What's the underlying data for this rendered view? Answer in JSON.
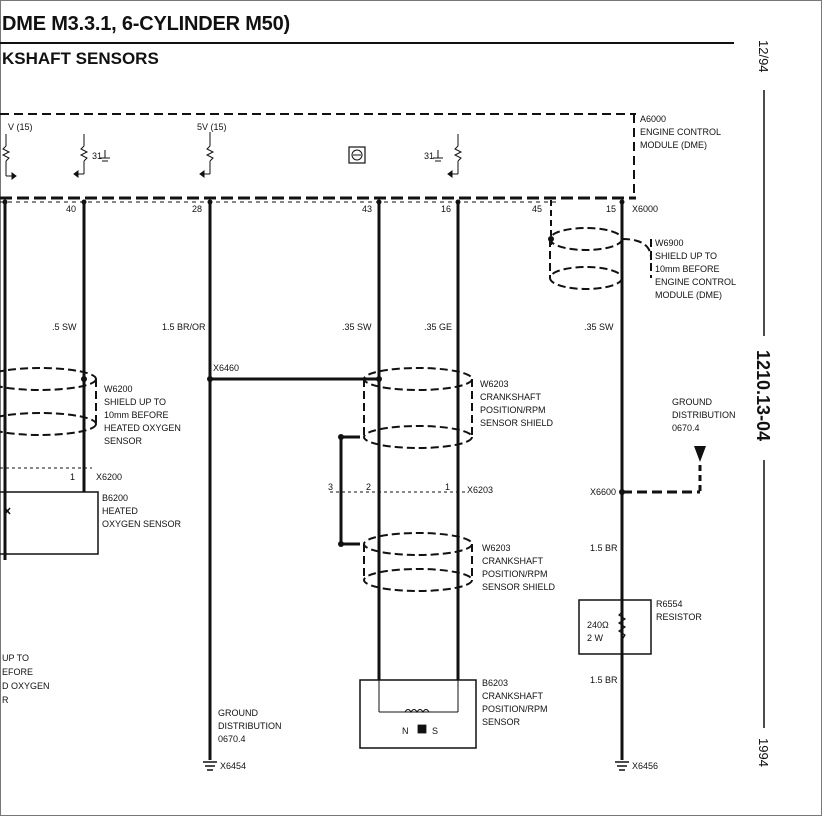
{
  "header": {
    "title": "DME M3.3.1, 6-CYLINDER M50)",
    "subtitle": "KSHAFT SENSORS",
    "date": "12/94",
    "page_id": "1210.13-04",
    "year": "1994"
  },
  "module": {
    "id": "A6000",
    "name_line1": "ENGINE CONTROL",
    "name_line2": "MODULE (DME)",
    "supply_left": "V (15)",
    "supply_mid": "5V (15)",
    "ground_31a": "31",
    "ground_31b": "31",
    "connector": "X6000"
  },
  "pins": [
    "40",
    "28",
    "43",
    "16",
    "45",
    "15"
  ],
  "wires": [
    ".5 SW",
    "1.5 BR/OR",
    ".35 SW",
    ".35 GE",
    ".35 SW",
    "1.5 BR",
    "1.5 BR"
  ],
  "shields": {
    "w6900": {
      "id": "W6900",
      "l1": "SHIELD UP TO",
      "l2": "10mm BEFORE",
      "l3": "ENGINE CONTROL",
      "l4": "MODULE (DME)"
    },
    "w6200": {
      "id": "W6200",
      "l1": "SHIELD UP TO",
      "l2": "10mm BEFORE",
      "l3": "HEATED OXYGEN",
      "l4": "SENSOR"
    },
    "w6203a": {
      "id": "W6203",
      "l1": "CRANKSHAFT",
      "l2": "POSITION/RPM",
      "l3": "SENSOR SHIELD"
    },
    "w6203b": {
      "id": "W6203",
      "l1": "CRANKSHAFT",
      "l2": "POSITION/RPM",
      "l3": "SENSOR SHIELD"
    }
  },
  "connectors": {
    "x6460": "X6460",
    "x6200": "X6200",
    "x6203": "X6203",
    "x6600": "X6600",
    "x6454": "X6454",
    "x6456": "X6456",
    "x6200_pin": "1",
    "x6203_pins": [
      "3",
      "2",
      "1"
    ]
  },
  "components": {
    "b6200": {
      "id": "B6200",
      "l1": "HEATED",
      "l2": "OXYGEN SENSOR"
    },
    "b6203": {
      "id": "B6203",
      "l1": "CRANKSHAFT",
      "l2": "POSITION/RPM",
      "l3": "SENSOR",
      "n": "N",
      "s": "S"
    },
    "r6554": {
      "id": "R6554",
      "l1": "RESISTOR",
      "value": "240Ω",
      "power": "2 W"
    }
  },
  "grounds": {
    "g1": {
      "l1": "GROUND",
      "l2": "DISTRIBUTION",
      "l3": "0670.4"
    },
    "g2": {
      "l1": "GROUND",
      "l2": "DISTRIBUTION",
      "l3": "0670.4"
    }
  },
  "left_fragment": [
    "UP TO",
    "EFORE",
    "D OXYGEN",
    "R"
  ]
}
